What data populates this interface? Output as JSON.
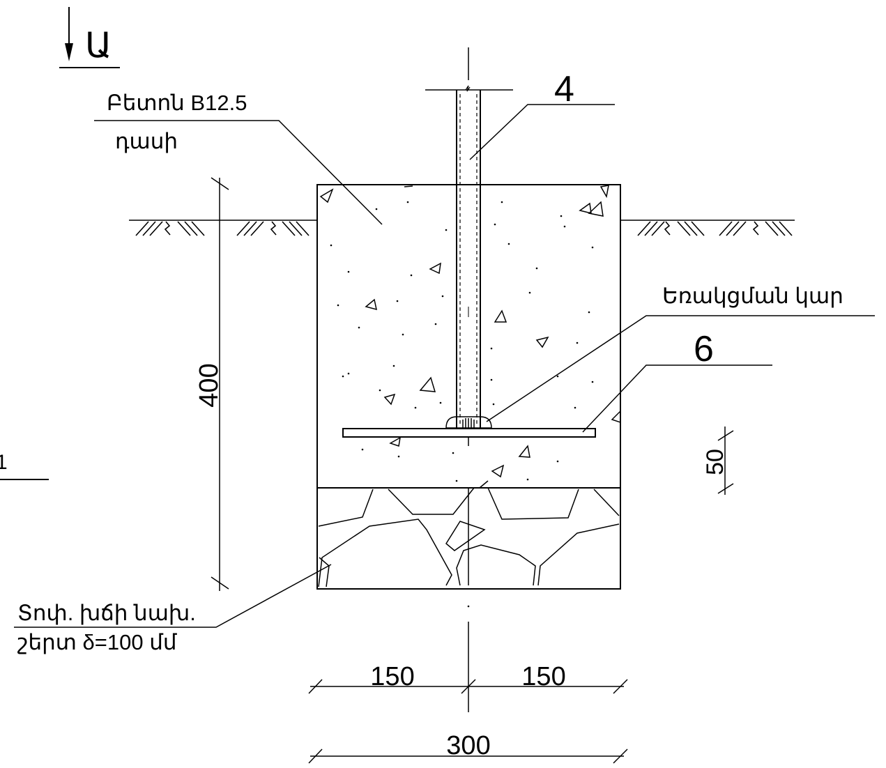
{
  "section": {
    "marker_letter": "Ա",
    "left_edge_fragment": "1"
  },
  "labels": {
    "concrete_line1": "Բետոն B12.5",
    "concrete_line2": "դասի",
    "weld": "Եռակցման կար",
    "base_line1": "Տոփ. խճի նախ.",
    "base_line2": "շերտ δ=100 մմ"
  },
  "callouts": {
    "post": "4",
    "plate": "6"
  },
  "dimensions": {
    "depth_total": "400",
    "plate_offset": "50",
    "half_left": "150",
    "half_right": "150",
    "width_total": "300"
  },
  "colors": {
    "line": "#000000",
    "background": "#ffffff"
  }
}
